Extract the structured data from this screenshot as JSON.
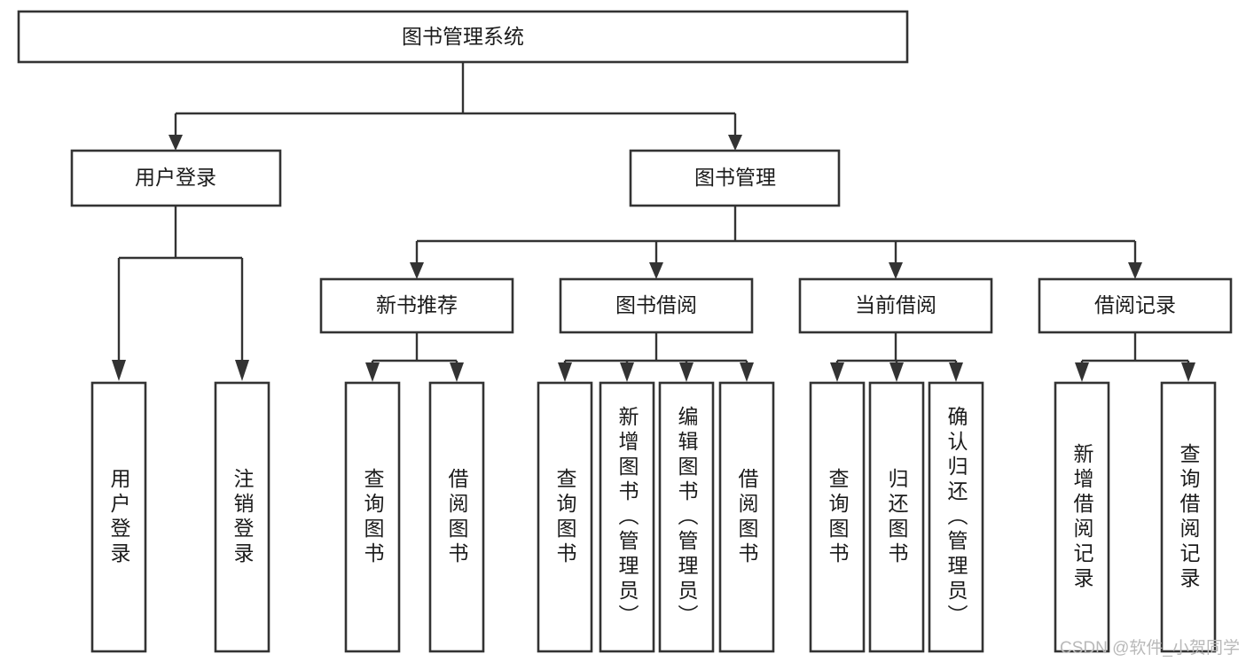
{
  "diagram": {
    "title": "图书管理系统",
    "type": "tree-hierarchy-diagram",
    "colors": {
      "box_stroke": "#333333",
      "box_fill": "#ffffff",
      "connector": "#333333",
      "text": "#1b1b1b",
      "watermark": "#b9b9b9",
      "background": "#ffffff"
    },
    "root": {
      "label": "图书管理系统"
    },
    "level2": [
      {
        "label": "用户登录"
      },
      {
        "label": "图书管理"
      }
    ],
    "level3": [
      {
        "label": "新书推荐"
      },
      {
        "label": "图书借阅"
      },
      {
        "label": "当前借阅"
      },
      {
        "label": "借阅记录"
      }
    ],
    "leaves": {
      "user_login": [
        {
          "label": "用户登录"
        },
        {
          "label": "注销登录"
        }
      ],
      "new_book_recommend": [
        {
          "label": "查询图书"
        },
        {
          "label": "借阅图书"
        }
      ],
      "book_borrow": [
        {
          "label": "查询图书"
        },
        {
          "label": "新增图书（管理员）"
        },
        {
          "label": "编辑图书（管理员）"
        },
        {
          "label": "借阅图书"
        }
      ],
      "current_borrow": [
        {
          "label": "查询图书"
        },
        {
          "label": "归还图书"
        },
        {
          "label": "确认归还（管理员）"
        }
      ],
      "borrow_record": [
        {
          "label": "新增借阅记录"
        },
        {
          "label": "查询借阅记录"
        }
      ]
    }
  },
  "watermark": {
    "text": "CSDN @软件_小贺同学"
  }
}
